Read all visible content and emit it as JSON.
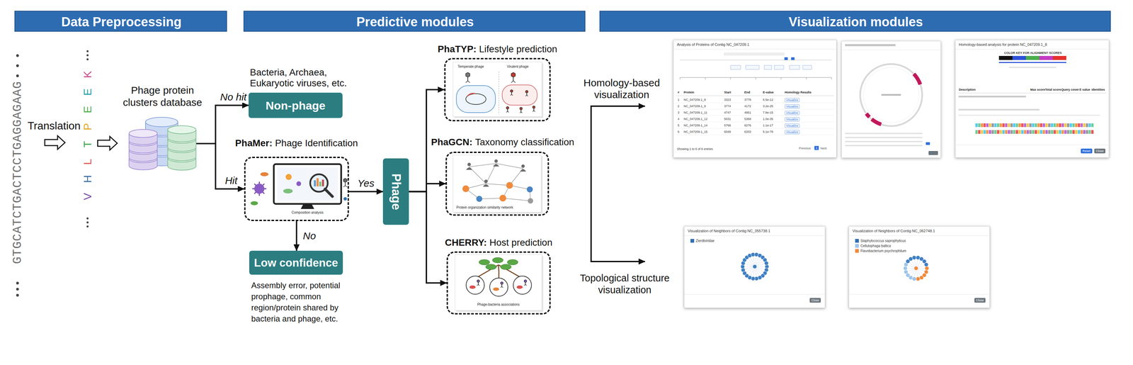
{
  "diagram": {
    "nodes": [
      {
        "text": [
          "Data Preprocessing"
        ]
      },
      {
        "text": [
          "Predictive modules"
        ]
      },
      {
        "text": [
          "Visualization modules"
        ]
      },
      {
        "text": [
          "Phage protein clusters database"
        ]
      },
      {
        "text": [
          "Bacteria, Archaea, Eukaryotic viruses, etc.",
          "Non-phage"
        ]
      },
      {
        "text": [
          "PhaMer:",
          "Phage Identification",
          "Composition analysis"
        ]
      },
      {
        "text": [
          "Low confidence",
          "Assembly error, potential prophage, common region/protein shared by bacteria and phage, etc."
        ]
      },
      {
        "text": [
          "Phage"
        ]
      },
      {
        "text": [
          "PhaTYP:",
          "Lifestyle prediction",
          "Temperate phage",
          "Virulent phage"
        ]
      },
      {
        "text": [
          "PhaGCN:",
          "Taxonomy classification",
          "Protein organization similarity network"
        ]
      },
      {
        "text": [
          "CHERRY:",
          "Host prediction",
          "Phage-bacteria associations"
        ]
      },
      {
        "text": [
          "Analysis of Proteins of Contig NC_047209.1",
          "#",
          "Protein",
          "Start",
          "End",
          "E-value",
          "Homology Results",
          "1",
          "NC_047209.1_8",
          "3323",
          "3778",
          "6.5e-12",
          "Visualize",
          "2",
          "NC_047209.1_9",
          "3774",
          "4172",
          "3.2e-25",
          "Visualize",
          "3",
          "NC_047209.1_11",
          "4747",
          "4951",
          "7.8e-15",
          "Visualize",
          "4",
          "NC_047209.1_12",
          "5031",
          "5368",
          "1.0e-35",
          "Visualize",
          "5",
          "NC_047209.1_14",
          "5766",
          "6276",
          "1.1e-17",
          "Visualize",
          "6",
          "NC_047209.1_15",
          "6049",
          "6333",
          "5.1e-78",
          "Visualize",
          "Showing 1 to 6 of 6 entries",
          "Previous",
          "1",
          "Next"
        ]
      },
      {
        "text": [
          "Homology-based analysis for protein NC_047209.1_8",
          "COLOR KEY FOR ALIGNMENT SCORES",
          "Description",
          "Max score",
          "Total score",
          "Query cover",
          "E value",
          "Identities",
          "Reset",
          "Close"
        ]
      },
      {
        "text": [
          "Visualization of Neighbors of Contig NC_055738.1",
          "Close"
        ]
      },
      {
        "text": [
          "Visualization of Neighbors of Contig NC_062748.1",
          "Close"
        ]
      }
    ],
    "edges": [
      {
        "from": 3,
        "to": 4,
        "label": "No hit",
        "arrow": "to"
      },
      {
        "from": 3,
        "to": 5,
        "label": "Hit",
        "arrow": "to"
      },
      {
        "from": 5,
        "to": 6,
        "label": "No",
        "arrow": "to"
      },
      {
        "from": 5,
        "to": 7,
        "label": "Yes",
        "arrow": "to"
      },
      {
        "from": 7,
        "to": 8,
        "arrow": "to"
      },
      {
        "from": 7,
        "to": 9,
        "arrow": "to"
      },
      {
        "from": 7,
        "to": 10,
        "arrow": "to"
      }
    ],
    "labels": [
      "GTGCATCTGACTCCTGAGGAGAAG",
      "Translation",
      "V",
      "H",
      "L",
      "T",
      "P",
      "E",
      "E",
      "K",
      "Homology-based visualization",
      "Topological structure visualization"
    ],
    "legend": [
      {
        "text": "Zierdtviridae",
        "color": "#2f6fb0"
      },
      {
        "text": "Staphylococcus saprophyticus",
        "color": "#2f6fb0"
      },
      {
        "text": "Cellulophaga baltica",
        "color": "#9ec5e8"
      },
      {
        "text": "Flavobacterium psychrophilum",
        "color": "#f08a3c"
      }
    ]
  }
}
